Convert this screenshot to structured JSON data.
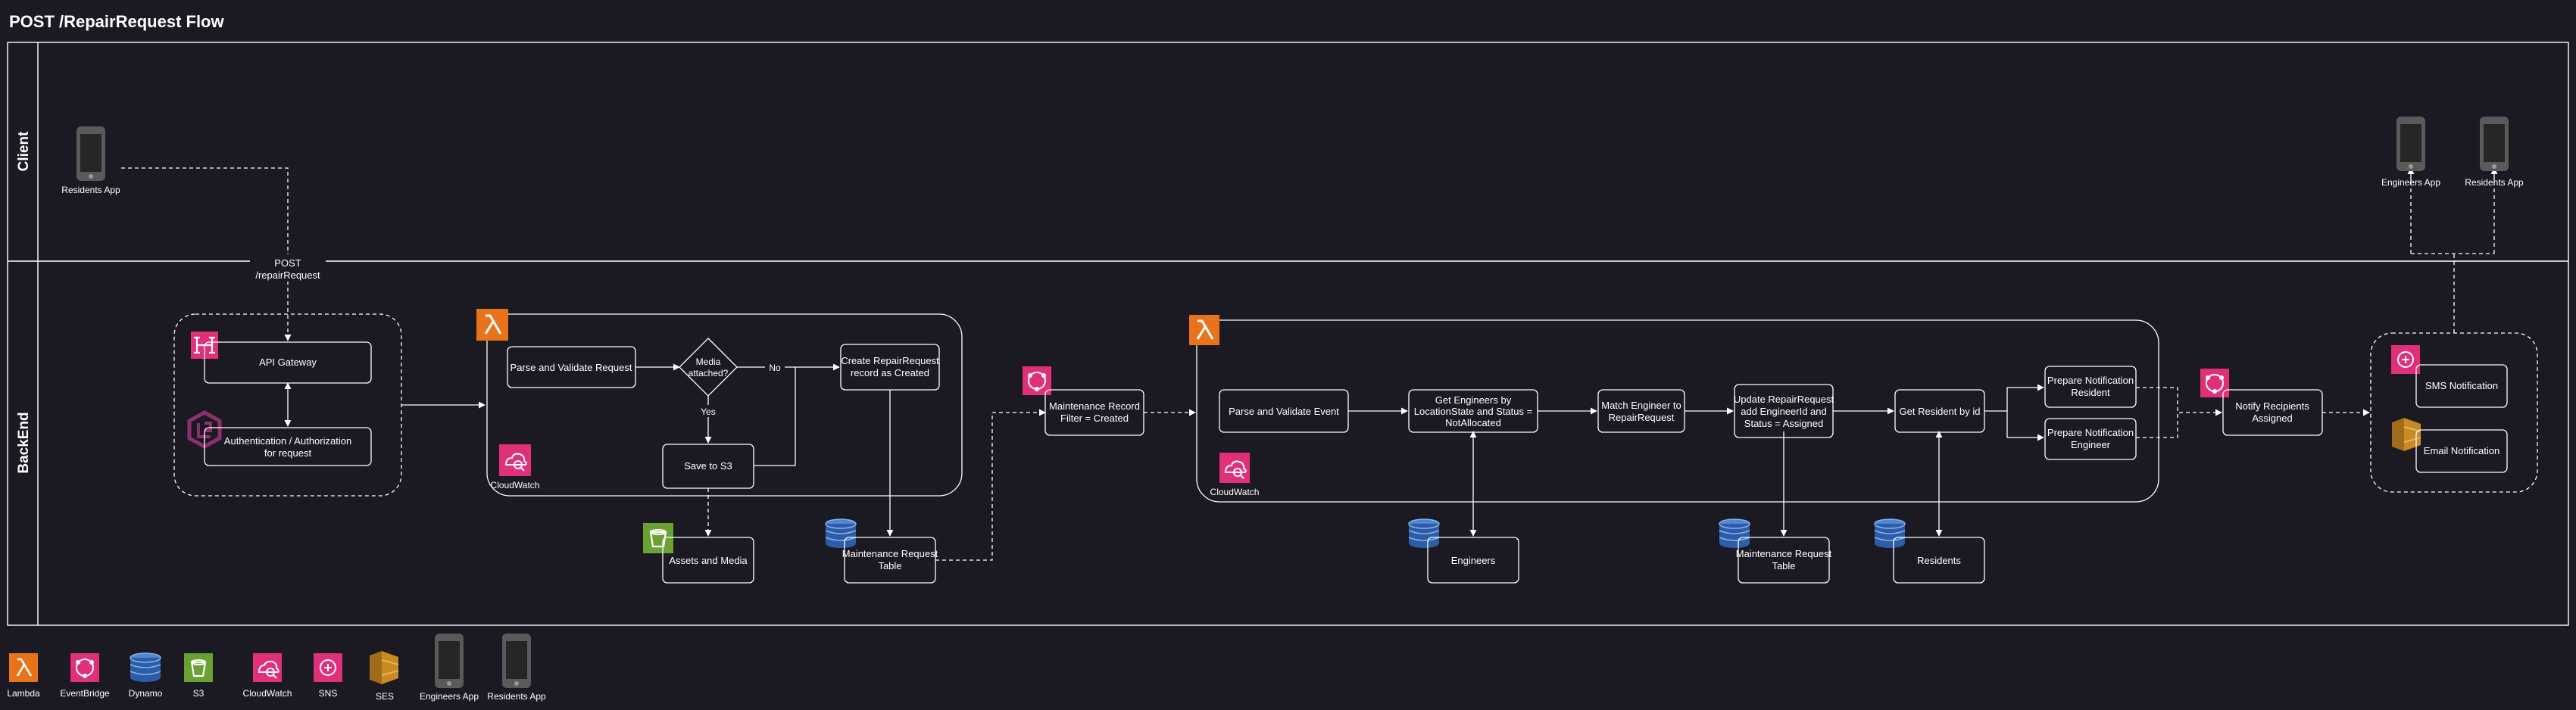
{
  "title": "POST /RepairRequest Flow",
  "lanes": {
    "client": "Client",
    "backend": "BackEnd"
  },
  "colors": {
    "background": "#1b1921",
    "lambda": "#e8731b",
    "eventbridge": "#e0307a",
    "cloudwatch": "#e0307a",
    "sns": "#e0307a",
    "s3": "#6aa132",
    "dynamo": "#2e5da8",
    "cognito": "#8e2f6e",
    "ses": "#c88a25",
    "phone": "#5a5a5a"
  },
  "client": {
    "residents_app": "Residents App",
    "engineers_app": "Engineers App",
    "residents_app_right": "Residents App",
    "post_label_1": "POST",
    "post_label_2": "/repairRequest"
  },
  "gateway": {
    "api_gateway": "API Gateway",
    "auth_1": "Authentication / Authorization",
    "auth_2": "for request"
  },
  "lambda1": {
    "parse": "Parse and Validate Request",
    "decision_1": "Media",
    "decision_2": "attached?",
    "no": "No",
    "yes": "Yes",
    "create_1": "Create RepairRequest",
    "create_2": "record as Created",
    "save_s3": "Save to S3",
    "cloudwatch": "CloudWatch"
  },
  "storage1": {
    "assets": "Assets and Media",
    "table_1": "Maintenance Request",
    "table_2": "Table"
  },
  "filter": {
    "line_1": "Maintenance Record",
    "line_2": "Filter = Created"
  },
  "lambda2": {
    "parse_event": "Parse and Validate Event",
    "get_eng_1": "Get Engineers by",
    "get_eng_2": "LocationState and Status =",
    "get_eng_3": "NotAllocated",
    "match_1": "Match Engineer to",
    "match_2": "RepairRequest",
    "update_1": "Update RepairRequest",
    "update_2": "add EngineerId and",
    "update_3": "Status = Assigned",
    "get_resident": "Get Resident by id",
    "prep_res_1": "Prepare Notification",
    "prep_res_2": "Resident",
    "prep_eng_1": "Prepare Notification",
    "prep_eng_2": "Engineer",
    "cloudwatch": "CloudWatch"
  },
  "storage2": {
    "engineers": "Engineers",
    "table_1": "Maintenance Request",
    "table_2": "Table",
    "residents": "Residents"
  },
  "notify": {
    "line_1": "Notify Recipients",
    "line_2": "Assigned"
  },
  "messaging": {
    "sms": "SMS Notification",
    "email": "Email Notification"
  },
  "legend": [
    {
      "label": "Lambda",
      "icon": "lambda-icon"
    },
    {
      "label": "EventBridge",
      "icon": "eventbridge-icon"
    },
    {
      "label": "Dynamo",
      "icon": "dynamo-icon"
    },
    {
      "label": "S3",
      "icon": "s3-icon"
    },
    {
      "label": "CloudWatch",
      "icon": "cloudwatch-icon"
    },
    {
      "label": "SNS",
      "icon": "sns-icon"
    },
    {
      "label": "SES",
      "icon": "ses-icon"
    },
    {
      "label": "Engineers App",
      "icon": "phone-icon"
    },
    {
      "label": "Residents App",
      "icon": "phone-icon"
    }
  ]
}
